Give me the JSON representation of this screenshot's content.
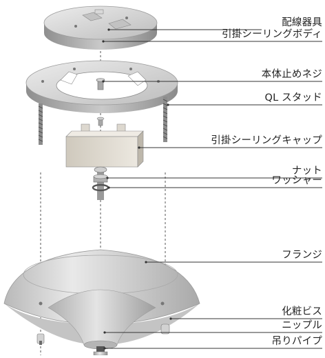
{
  "labels": {
    "wiring_fixture": "配線器具",
    "ceiling_body": "引掛シーリングボディ",
    "body_screw": "本体止めネジ",
    "ql_stud": "QL スタッド",
    "ceiling_cap": "引掛シーリングキャップ",
    "nut": "ナット",
    "washer": "ワッシャー",
    "flange": "フランジ",
    "decorative_screw": "化粧ビス",
    "nipple": "ニップル",
    "hanging_pipe": "吊りパイプ"
  }
}
